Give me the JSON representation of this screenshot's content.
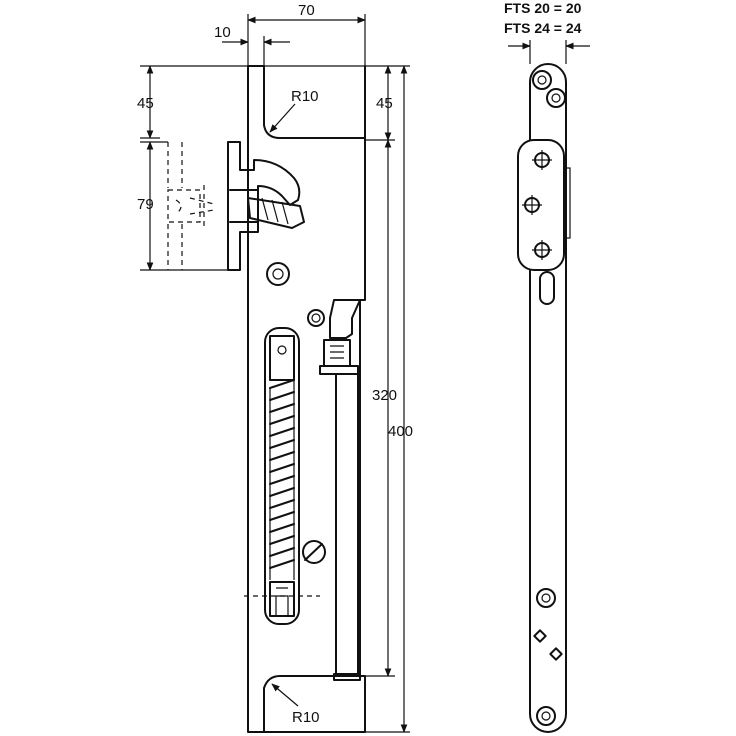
{
  "dimensions": {
    "offset_10": "10",
    "width_70": "70",
    "left_45": "45",
    "right_45": "45",
    "height_79": "79",
    "height_320": "320",
    "height_400": "400",
    "radius_top": "R10",
    "radius_bottom": "R10"
  },
  "side_view": {
    "fts20": "FTS 20 = 20",
    "fts24": "FTS 24 = 24"
  }
}
